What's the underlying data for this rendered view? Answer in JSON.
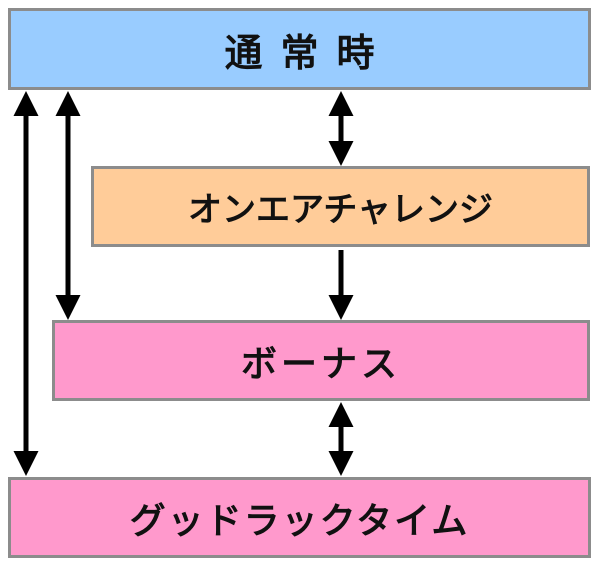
{
  "colors": {
    "normal_fill": "#99ccff",
    "onair_fill": "#ffcc99",
    "bonus_fill": "#ff99cc",
    "goodluck_fill": "#ff99cc",
    "border": "#8c8c8c",
    "arrow": "#000000"
  },
  "states": {
    "normal": "通常時",
    "onair": "オンエアチャレンジ",
    "bonus": "ボーナス",
    "goodluck": "グッドラックタイム"
  },
  "transitions": [
    {
      "from": "normal",
      "to": "onair",
      "direction": "both"
    },
    {
      "from": "onair",
      "to": "bonus",
      "direction": "forward"
    },
    {
      "from": "bonus",
      "to": "goodluck",
      "direction": "both"
    },
    {
      "from": "normal",
      "to": "bonus",
      "direction": "both"
    },
    {
      "from": "normal",
      "to": "goodluck",
      "direction": "both"
    }
  ]
}
